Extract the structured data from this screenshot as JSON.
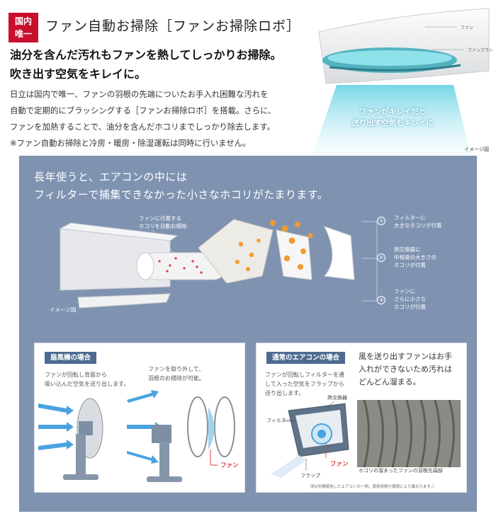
{
  "badge": {
    "line1": "国内",
    "line2": "唯一"
  },
  "title": "ファン自動お掃除［ファンお掃除ロボ］",
  "headline": {
    "line1": "油分を含んだ汚れもファンを熱してしっかりお掃除。",
    "line2": "吹き出す空気をキレイに。"
  },
  "body": {
    "line1": "日立は国内で唯一、ファンの羽根の先端についたお手入れ困難な汚れを",
    "line2": "自動で定期的にブラッシングする［ファンお掃除ロボ］を搭載。さらに、",
    "line3": "ファンを加熱することで、油分を含んだホコリまでしっかり除去します。",
    "line4": "※ファン自動お掃除と冷房・暖房・除湿運転は同時に行いません。"
  },
  "hero": {
    "label_fan": "ファン",
    "label_brush": "ファンブラシ",
    "caption1": "ファンがキレイだと",
    "caption2": "送り出す空気もキレイに",
    "note": "イメージ図"
  },
  "panel": {
    "title1": "長年使うと、エアコンの中には",
    "title2": "フィルターで捕集できなかった小さなホコリがたまります。",
    "auto_clean1": "ファンに付着する",
    "auto_clean2": "ホコリを自動お掃除",
    "image_note": "イメージ図",
    "items": [
      {
        "num": "①",
        "l1": "フィルターに",
        "l2": "大きなホコリが付着",
        "l3": ""
      },
      {
        "num": "②",
        "l1": "熱交換器に",
        "l2": "中程度の大きさの",
        "l3": "ホコリが付着"
      },
      {
        "num": "③",
        "l1": "ファンに",
        "l2": "さらに小さな",
        "l3": "ホコリが付着"
      }
    ]
  },
  "left_box": {
    "head": "扇風機の場合",
    "text1": "ファンが回転し背面から",
    "text2": "吸い込んだ空気を送り出します。",
    "text3": "ファンを取り外して、",
    "text4": "羽根のお掃除が可能。",
    "fan_label": "ファン"
  },
  "right_box": {
    "head": "通常のエアコンの場合",
    "text1": "ファンが回転しフィルターを通",
    "text2": "して入った空気をフラップから",
    "text3": "送り出します。",
    "big1": "風を送り出すファンはお手",
    "big2": "入れができないため汚れは",
    "big3": "どんどん溜まる。",
    "label_exchanger": "熱交換器",
    "label_filter": "フィルター",
    "label_flap": "フラップ",
    "fan_label": "ファン",
    "photo_caption": "ホコリの溜まったファンの羽根先端部",
    "footnote": "（約2年間使用したエアコンの一例。使用状態や環境により異なります。）"
  }
}
